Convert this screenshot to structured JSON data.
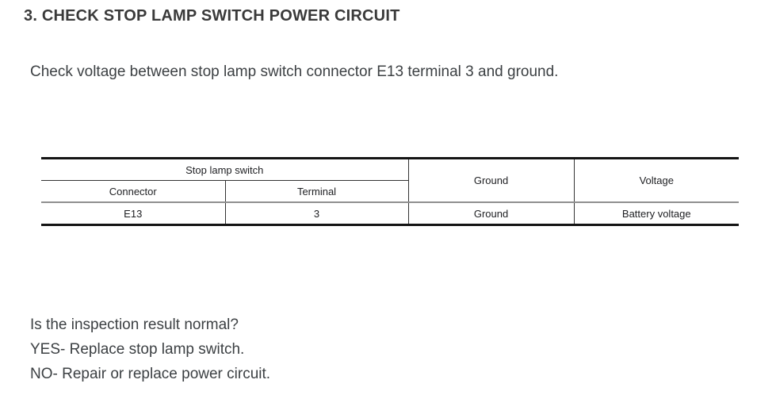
{
  "page": {
    "title": "3. CHECK STOP LAMP SWITCH POWER CIRCUIT",
    "instruction": "Check voltage between stop lamp switch connector E13 terminal 3 and ground.",
    "question": "Is the inspection result normal?",
    "yes_line": "YES- Replace stop lamp switch.",
    "no_line": "NO- Repair or replace power circuit."
  },
  "table": {
    "group_header": "Stop lamp switch",
    "sub_headers": [
      "Connector",
      "Terminal"
    ],
    "headers": [
      "Ground",
      "Voltage"
    ],
    "row": {
      "connector": "E13",
      "terminal": "3",
      "ground": "Ground",
      "voltage": "Battery voltage"
    }
  },
  "colors": {
    "background": "#ffffff",
    "body_text": "#3c4043",
    "title_text": "#3a3a3a",
    "table_text": "#202124",
    "border_heavy": "#141414",
    "border_thin": "#333333",
    "border_gray": "#8f8f8f"
  }
}
